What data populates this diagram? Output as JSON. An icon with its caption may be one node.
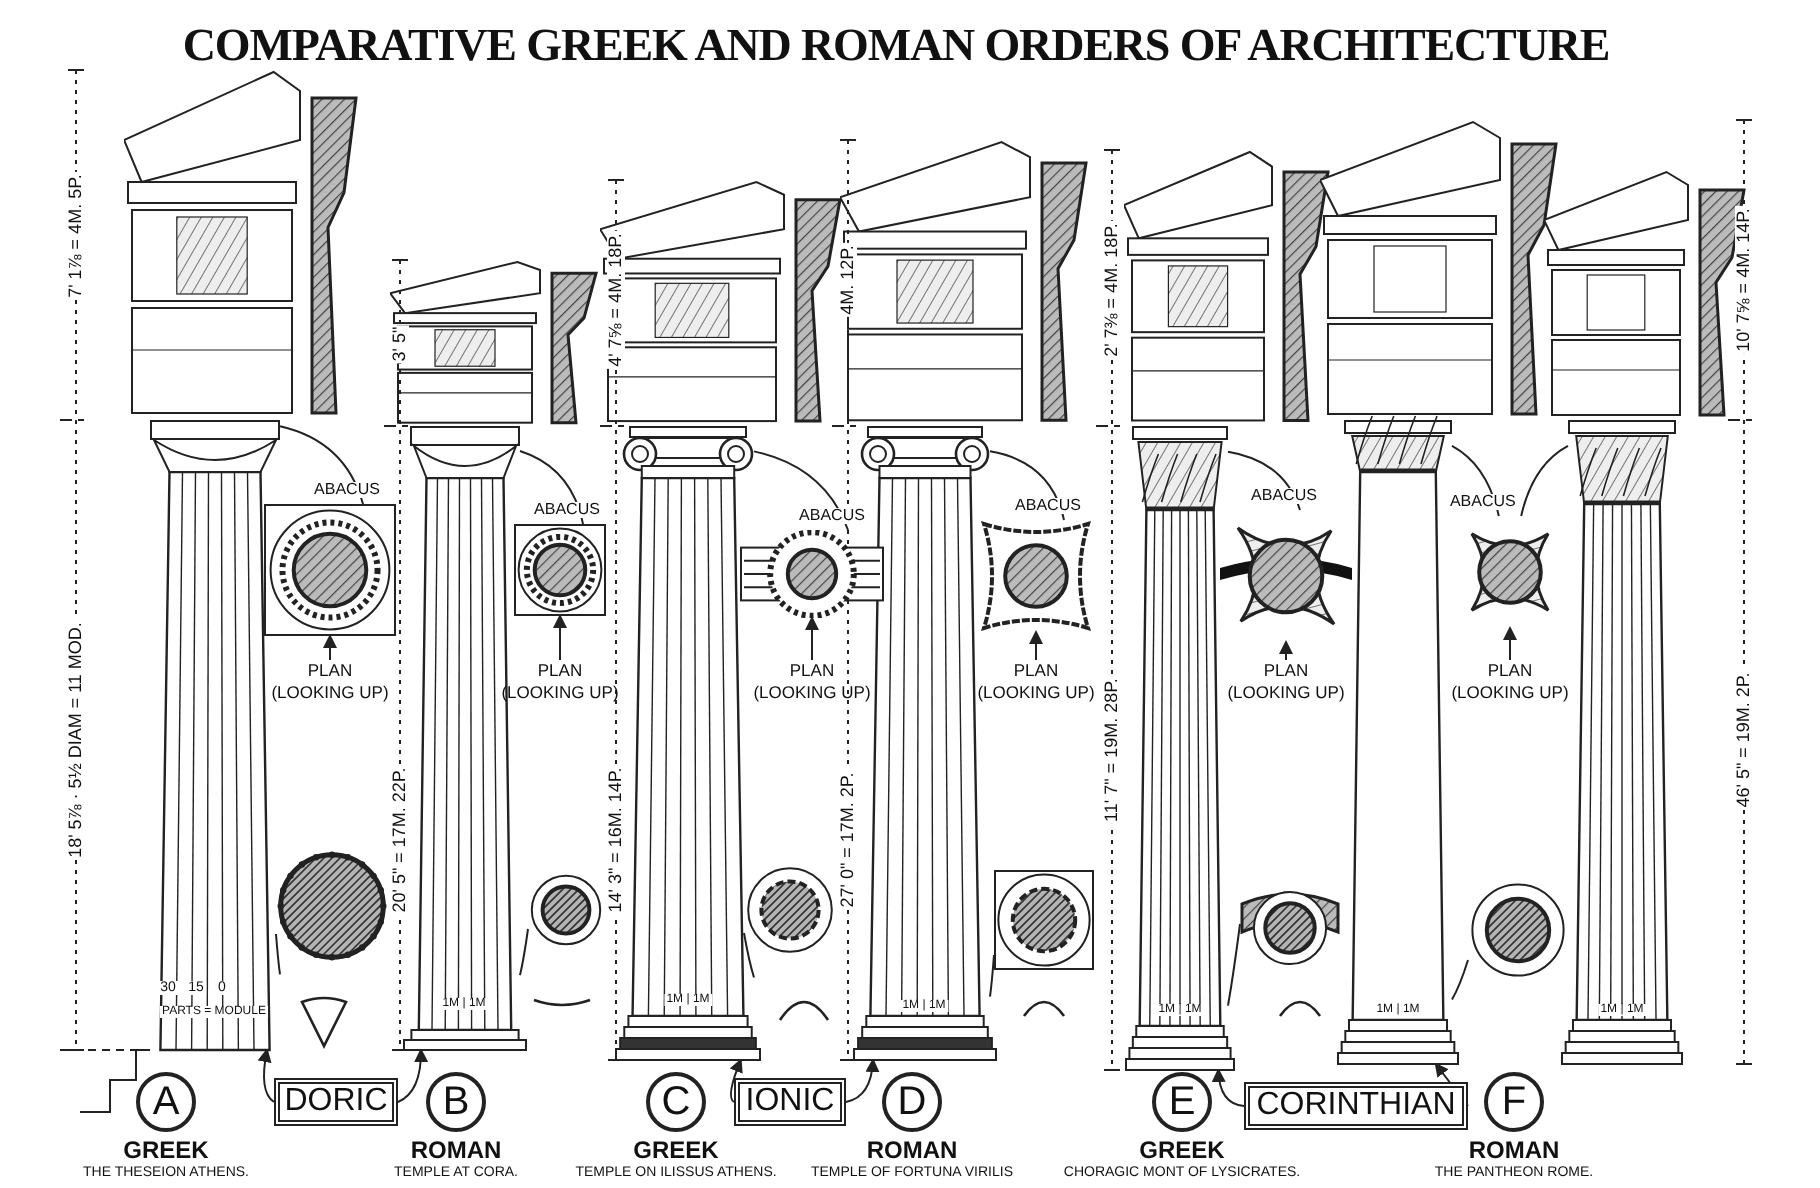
{
  "diagram": {
    "title": "COMPARATIVE GREEK AND ROMAN ORDERS OF ARCHITECTURE",
    "nodes": [
      {
        "text": [],
        "shape": "picture"
      },
      {
        "text": [],
        "shape": "picture"
      },
      {
        "text": [],
        "shape": "picture"
      },
      {
        "text": [],
        "shape": "picture"
      },
      {
        "text": [],
        "shape": "picture"
      },
      {
        "text": [],
        "shape": "picture"
      },
      {
        "text": [],
        "shape": "picture"
      },
      {
        "text": [],
        "shape": "picture"
      },
      {
        "text": [],
        "shape": "picture"
      },
      {
        "text": [],
        "shape": "picture"
      },
      {
        "text": [],
        "shape": "picture"
      },
      {
        "text": [],
        "shape": "picture"
      },
      {
        "text": [],
        "shape": "picture"
      },
      {
        "text": [
          "PLAN (LOOKING UP)"
        ]
      },
      {
        "text": [
          "PLAN (LOOKING UP)"
        ]
      },
      {
        "text": [
          "PLAN (LOOKING UP)"
        ]
      },
      {
        "text": [
          "PLAN (LOOKING UP)"
        ]
      },
      {
        "text": [
          "PLAN (LOOKING UP)"
        ]
      },
      {
        "text": [
          "PLAN (LOOKING UP)"
        ]
      },
      {
        "text": [],
        "shape": "picture"
      },
      {
        "text": [],
        "shape": "picture"
      },
      {
        "text": [],
        "shape": "picture"
      },
      {
        "text": [],
        "shape": "picture"
      },
      {
        "text": [],
        "shape": "picture"
      },
      {
        "text": [],
        "shape": "picture"
      },
      {
        "text": [
          "A"
        ],
        "beside": [
          "GREEK",
          "THE THESEION ATHENS."
        ]
      },
      {
        "text": [
          "B"
        ],
        "beside": [
          "ROMAN",
          "TEMPLE AT CORA."
        ]
      },
      {
        "text": [
          "C"
        ],
        "beside": [
          "GREEK",
          "TEMPLE ON ILISSUS ATHENS."
        ]
      },
      {
        "text": [
          "D"
        ],
        "beside": [
          "ROMAN",
          "TEMPLE OF FORTUNA VIRILIS"
        ]
      },
      {
        "text": [
          "E"
        ],
        "beside": [
          "GREEK",
          "CHORAGIC MONT OF LYSICRATES."
        ]
      },
      {
        "text": [
          "F"
        ],
        "beside": [
          "ROMAN",
          "THE PANTHEON ROME."
        ]
      },
      {
        "text": [
          "DORIC"
        ]
      },
      {
        "text": [
          "IONIC"
        ]
      },
      {
        "text": [
          "CORINTHIAN"
        ]
      }
    ],
    "edges": [
      {
        "from": 31,
        "to": 0,
        "arrow": "to"
      },
      {
        "from": 31,
        "to": 1,
        "arrow": "to"
      },
      {
        "from": 32,
        "to": 2,
        "arrow": "to"
      },
      {
        "from": 32,
        "to": 3,
        "arrow": "to"
      },
      {
        "from": 33,
        "to": 4,
        "arrow": "to"
      },
      {
        "from": 33,
        "to": 5,
        "arrow": "to"
      },
      {
        "from": 0,
        "to": 7,
        "arrow": "none",
        "label": "ABACUS"
      },
      {
        "from": 1,
        "to": 8,
        "arrow": "none",
        "label": "ABACUS"
      },
      {
        "from": 2,
        "to": 9,
        "arrow": "none",
        "label": "ABACUS"
      },
      {
        "from": 3,
        "to": 10,
        "arrow": "none",
        "label": "ABACUS"
      },
      {
        "from": 4,
        "to": 11,
        "arrow": "none",
        "label": "ABACUS"
      },
      {
        "from": 5,
        "to": 12,
        "arrow": "none",
        "label": "ABACUS"
      },
      {
        "from": 6,
        "to": 12,
        "arrow": "none"
      },
      {
        "from": 0,
        "to": 19,
        "arrow": "none"
      },
      {
        "from": 1,
        "to": 20,
        "arrow": "none"
      },
      {
        "from": 2,
        "to": 21,
        "arrow": "none"
      },
      {
        "from": 3,
        "to": 22,
        "arrow": "none"
      },
      {
        "from": 4,
        "to": 23,
        "arrow": "none"
      },
      {
        "from": 5,
        "to": 24,
        "arrow": "none"
      },
      {
        "from": 13,
        "to": 7,
        "arrow": "to"
      },
      {
        "from": 14,
        "to": 8,
        "arrow": "to"
      },
      {
        "from": 15,
        "to": 9,
        "arrow": "to"
      },
      {
        "from": 16,
        "to": 10,
        "arrow": "to"
      },
      {
        "from": 17,
        "to": 11,
        "arrow": "to"
      },
      {
        "from": 18,
        "to": 12,
        "arrow": "to"
      }
    ],
    "labels": [
      "7' 1⅞ = 4M. 5P.",
      "18' 5⅞ · 5½ DIAM = 11 MOD.",
      "3' 5\"",
      "20' 5\" = 17M. 22P.",
      "4' 7⅝ = 4M. 18P.",
      "14' 3\" = 16M. 14P.",
      "4M. 12P.",
      "27' 0\" = 17M. 2P.",
      "2' 7⅜ = 4M. 18P.",
      "11' 7\" = 19M. 28P.",
      "10' 7⅝ = 4M. 14P.",
      "46' 5\" = 19M. 2P.",
      "30",
      "15",
      "0",
      "PARTS = MODULE",
      "1M | 1M",
      "1M | 1M",
      "1M | 1M",
      "1M | 1M",
      "1M | 1M",
      "1M | 1M"
    ]
  }
}
